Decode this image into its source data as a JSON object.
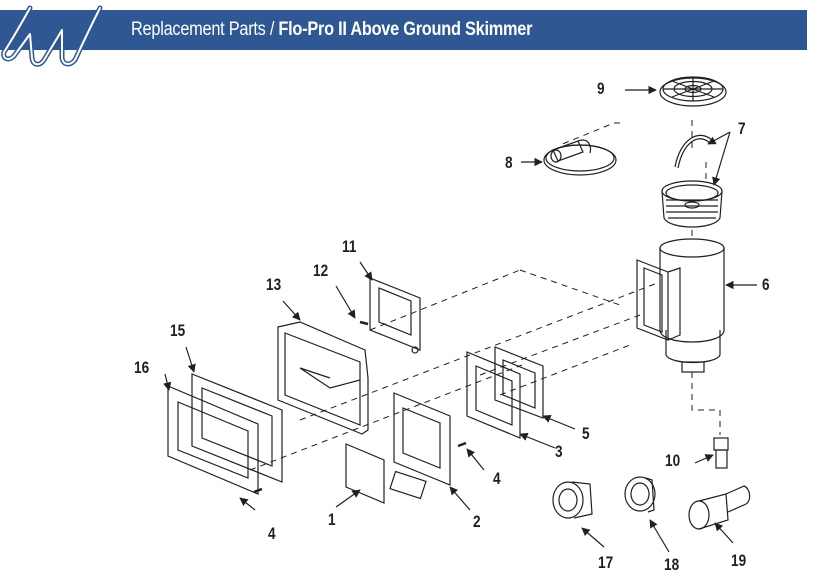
{
  "header": {
    "section": "Replacement Parts",
    "separator": " / ",
    "product": "Flo-Pro II Above Ground Skimmer",
    "brand_color": "#2f5793",
    "logo_icon": "w-brand-logo"
  },
  "callouts": [
    {
      "id": "1",
      "label": "1"
    },
    {
      "id": "2",
      "label": "2"
    },
    {
      "id": "3",
      "label": "3"
    },
    {
      "id": "4a",
      "label": "4"
    },
    {
      "id": "4b",
      "label": "4"
    },
    {
      "id": "5",
      "label": "5"
    },
    {
      "id": "6",
      "label": "6"
    },
    {
      "id": "7",
      "label": "7"
    },
    {
      "id": "8",
      "label": "8"
    },
    {
      "id": "9",
      "label": "9"
    },
    {
      "id": "10",
      "label": "10"
    },
    {
      "id": "11",
      "label": "11"
    },
    {
      "id": "12",
      "label": "12"
    },
    {
      "id": "13",
      "label": "13"
    },
    {
      "id": "15",
      "label": "15"
    },
    {
      "id": "16",
      "label": "16"
    },
    {
      "id": "17",
      "label": "17"
    },
    {
      "id": "18",
      "label": "18"
    },
    {
      "id": "19",
      "label": "19"
    }
  ]
}
